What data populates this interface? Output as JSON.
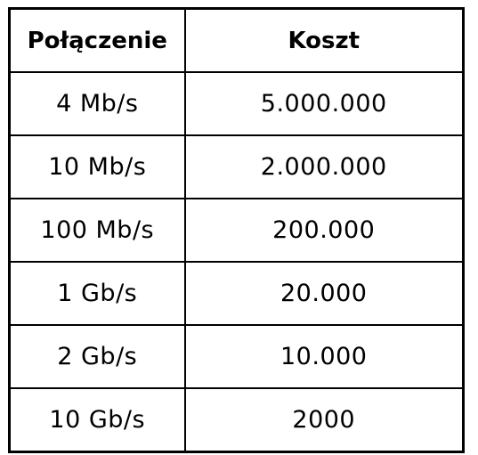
{
  "table": {
    "headers": {
      "connection": "Połączenie",
      "cost": "Koszt"
    },
    "rows": [
      {
        "connection": "4 Mb/s",
        "cost": "5.000.000"
      },
      {
        "connection": "10 Mb/s",
        "cost": "2.000.000"
      },
      {
        "connection": "100 Mb/s",
        "cost": "200.000"
      },
      {
        "connection": "1 Gb/s",
        "cost": "20.000"
      },
      {
        "connection": "2 Gb/s",
        "cost": "10.000"
      },
      {
        "connection": "10 Gb/s",
        "cost": "2000"
      }
    ]
  }
}
